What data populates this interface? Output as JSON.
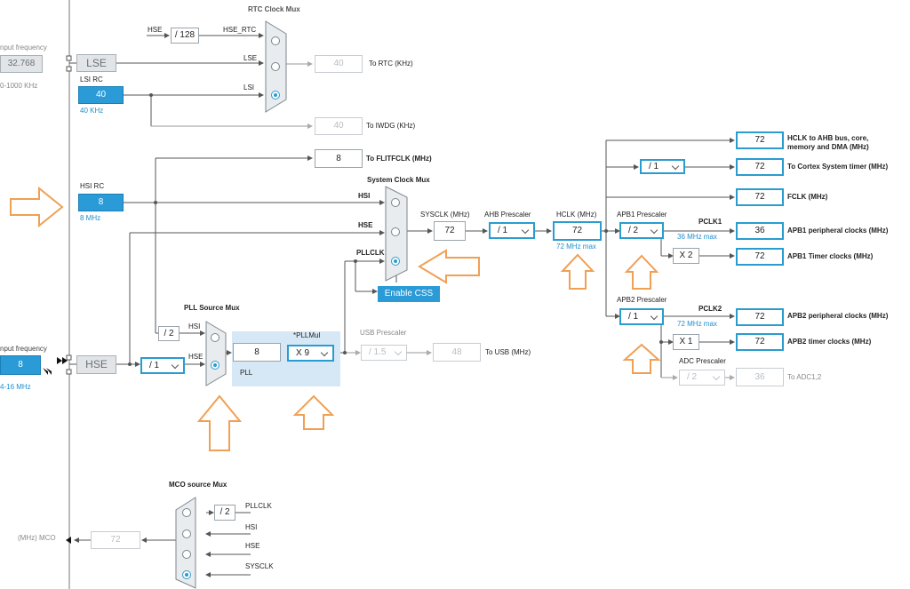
{
  "left": {
    "lse_input_label": "nput frequency",
    "lse_input_value": "32.768",
    "lse_range": "0-1000 KHz",
    "lse_label": "LSE",
    "lsi_rc_title": "LSI RC",
    "lsi_value": "40",
    "lsi_freq": "40 KHz",
    "hsi_rc_title": "HSI RC",
    "hsi_value": "8",
    "hsi_freq": "8 MHz",
    "hse_input_label": "nput frequency",
    "hse_input_value": "8",
    "hse_range": "4-16 MHz",
    "hse_label": "HSE"
  },
  "rtc": {
    "title": "RTC Clock Mux",
    "hse_in": "HSE",
    "div128": "/ 128",
    "hse_rtc": "HSE_RTC",
    "lse_in": "LSE",
    "lsi_in": "LSI",
    "rtc_value": "40",
    "rtc_out": "To RTC (KHz)",
    "iwdg_value": "40",
    "iwdg_out": "To IWDG (KHz)"
  },
  "flit": {
    "value": "8",
    "label": "To FLITFCLK (MHz)"
  },
  "sysmux": {
    "title": "System Clock Mux",
    "hsi": "HSI",
    "hse": "HSE",
    "pllclk": "PLLCLK",
    "enable_css": "Enable CSS"
  },
  "sysclk": {
    "title": "SYSCLK (MHz)",
    "value": "72"
  },
  "ahb": {
    "title": "AHB Prescaler",
    "value": "/ 1"
  },
  "hclk": {
    "title": "HCLK (MHz)",
    "value": "72",
    "max": "72 MHz max"
  },
  "outputs": {
    "ahb_value": "72",
    "ahb_label_1": "HCLK to AHB bus, core,",
    "ahb_label_2": "memory and DMA (MHz)",
    "cortex_div": "/ 1",
    "cortex_value": "72",
    "cortex_label": "To Cortex System timer (MHz)",
    "fclk_value": "72",
    "fclk_label": "FCLK (MHz)"
  },
  "apb1": {
    "title": "APB1 Prescaler",
    "value": "/ 2",
    "pclk": "PCLK1",
    "max": "36 MHz max",
    "periph_value": "36",
    "periph_label": "APB1 peripheral clocks (MHz)",
    "timer_mul": "X 2",
    "timer_value": "72",
    "timer_label": "APB1 Timer clocks (MHz)"
  },
  "apb2": {
    "title": "APB2 Prescaler",
    "value": "/ 1",
    "pclk": "PCLK2",
    "max": "72 MHz max",
    "periph_value": "72",
    "periph_label": "APB2 peripheral clocks (MHz)",
    "timer_mul": "X 1",
    "timer_value": "72",
    "timer_label": "APB2 timer clocks (MHz)"
  },
  "adc": {
    "title": "ADC Prescaler",
    "value": "/ 2",
    "out_value": "36",
    "out_label": "To ADC1,2"
  },
  "pll": {
    "src_title": "PLL Source Mux",
    "hsi": "HSI",
    "hse": "HSE",
    "hsi_div": "/ 2",
    "hse_div": "/ 1",
    "panel_label": "PLL",
    "in_value": "8",
    "mul_title": "*PLLMul",
    "mul_value": "X 9"
  },
  "usb": {
    "title": "USB Prescaler",
    "value": "/ 1.5",
    "out_value": "48",
    "out_label": "To USB (MHz)"
  },
  "mco": {
    "title": "MCO source Mux",
    "div2": "/ 2",
    "pllclk": "PLLCLK",
    "hsi": "HSI",
    "hse": "HSE",
    "sysclk": "SYSCLK",
    "value": "72",
    "label": "(MHz) MCO"
  },
  "colors": {
    "accent": "#2a9ccf",
    "highlight_arrow": "#f0a055"
  }
}
